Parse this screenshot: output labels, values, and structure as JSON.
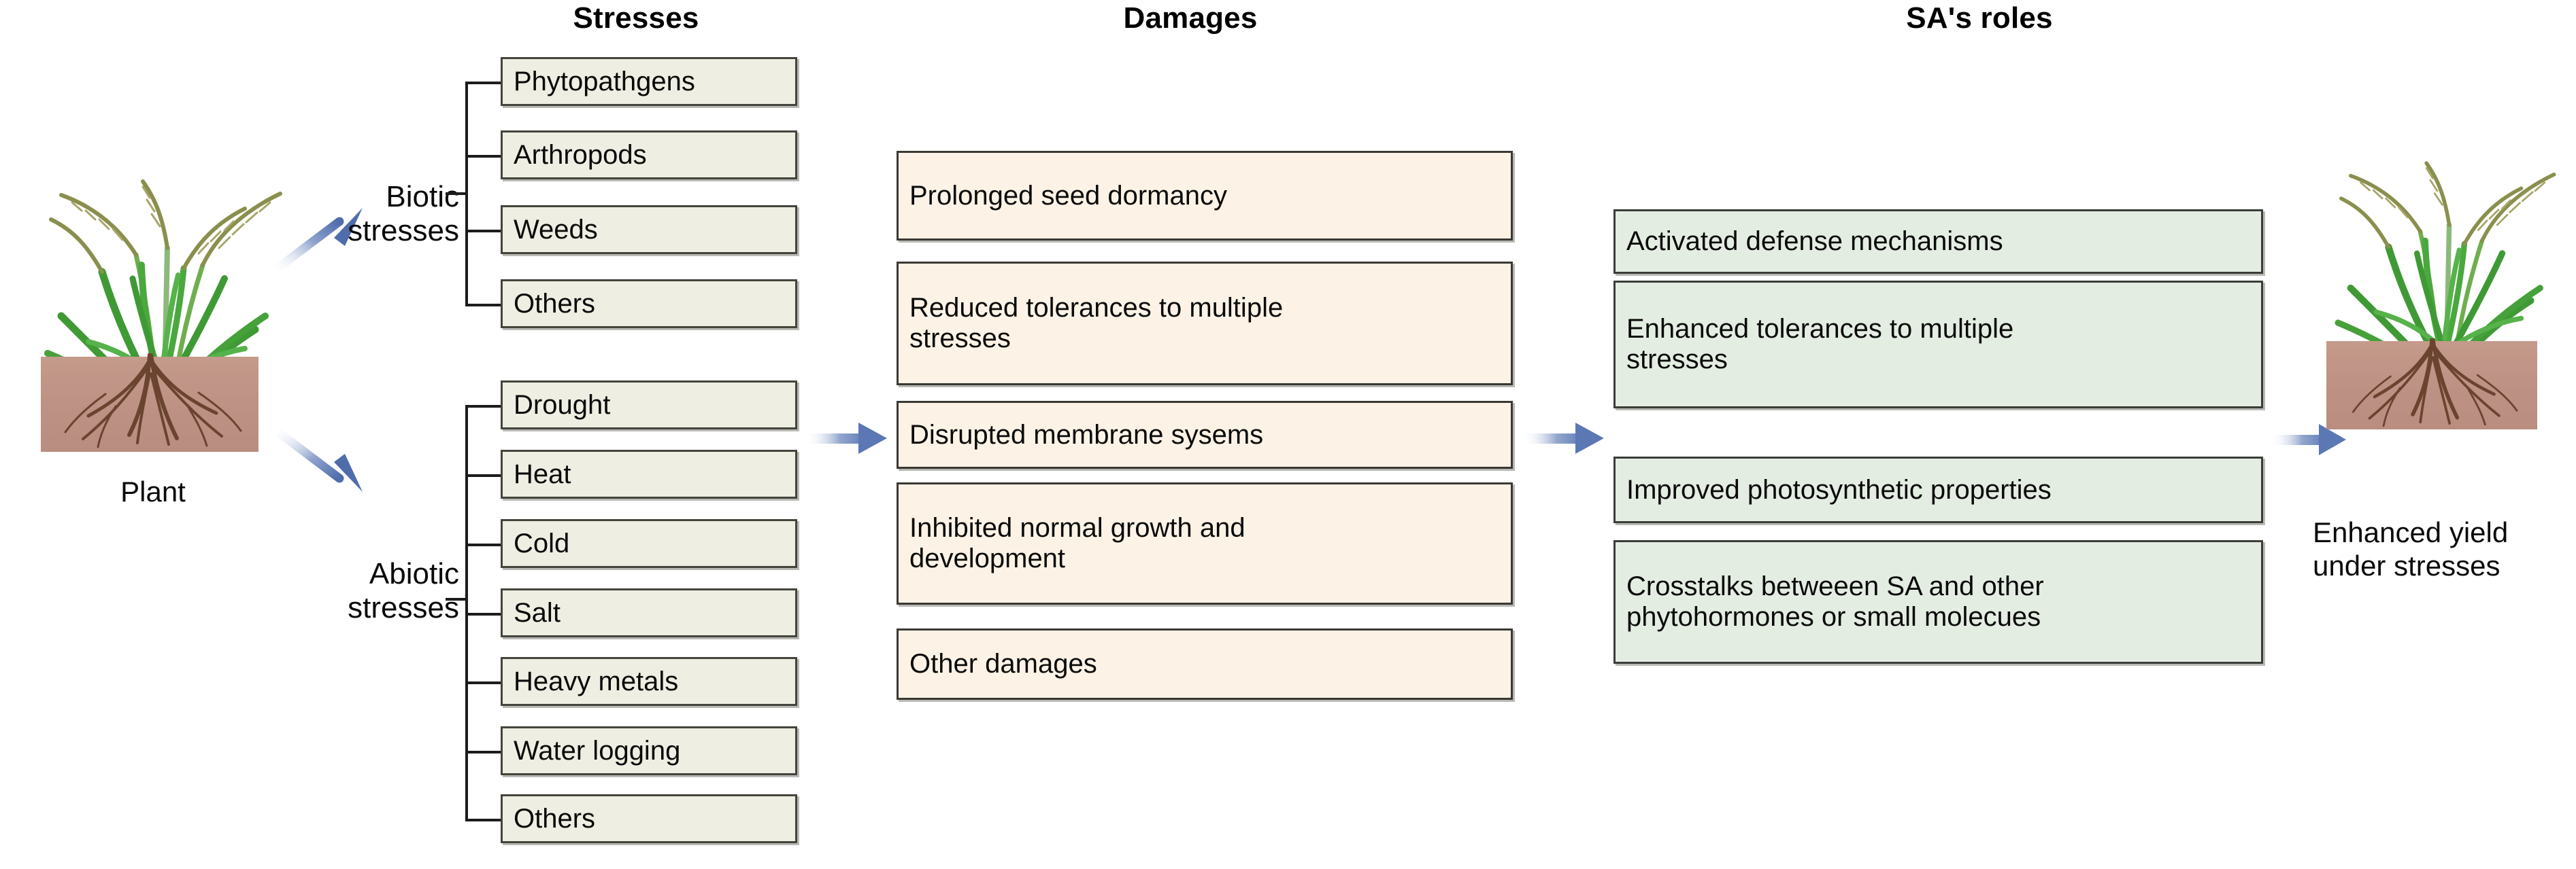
{
  "columns": {
    "stresses_heading": "Stresses",
    "damages_heading": "Damages",
    "sa_roles_heading": "SA's roles"
  },
  "plant_left": {
    "caption": "Plant",
    "icon": "rice-plant-icon"
  },
  "plant_right": {
    "caption_line1": "Enhanced yield",
    "caption_line2": "under stresses",
    "icon": "rice-plant-icon"
  },
  "groups": [
    {
      "id": "biotic",
      "label_line1": "Biotic",
      "label_line2": "stresses"
    },
    {
      "id": "abiotic",
      "label_line1": "Abiotic",
      "label_line2": "stresses"
    }
  ],
  "stresses": {
    "biotic": [
      {
        "label": "Phytopathgens"
      },
      {
        "label": "Arthropods"
      },
      {
        "label": "Weeds"
      },
      {
        "label": "Others"
      }
    ],
    "abiotic": [
      {
        "label": "Drought"
      },
      {
        "label": "Heat"
      },
      {
        "label": "Cold"
      },
      {
        "label": "Salt"
      },
      {
        "label": "Heavy metals"
      },
      {
        "label": "Water logging"
      },
      {
        "label": "Others"
      }
    ]
  },
  "damages": [
    {
      "line1": "Prolonged seed dormancy",
      "line2": ""
    },
    {
      "line1": "Reduced tolerances to multiple",
      "line2": "stresses"
    },
    {
      "line1": "Disrupted membrane sysems",
      "line2": ""
    },
    {
      "line1": "Inhibited normal growth and",
      "line2": "development"
    },
    {
      "line1": "Other damages",
      "line2": ""
    }
  ],
  "sa_roles": [
    {
      "line1": "Activated defense mechanisms",
      "line2": ""
    },
    {
      "line1": "Enhanced tolerances to multiple",
      "line2": "stresses"
    },
    {
      "line1": "Improved photosynthetic properties",
      "line2": ""
    },
    {
      "line1": "Crosstalks betweeen SA and other",
      "line2": "phytohormones or small molecues"
    }
  ],
  "arrows": [
    {
      "id": "plant-to-biotic",
      "icon": "arrow-up-right-icon"
    },
    {
      "id": "plant-to-abiotic",
      "icon": "arrow-down-right-icon"
    },
    {
      "id": "stresses-to-damages",
      "icon": "arrow-right-icon"
    },
    {
      "id": "damages-to-sa",
      "icon": "arrow-right-icon"
    },
    {
      "id": "sa-to-yield",
      "icon": "arrow-right-icon"
    }
  ],
  "colors": {
    "stress_box_fill": "#EFEEE2",
    "damage_box_fill": "#FCF3E6",
    "sa_box_fill": "#E4EDE2",
    "box_border": "#3b3b36",
    "arrow_blue": "#5b78b5",
    "soil_brown": "#bd9183",
    "leaf_green": "#3f9a35",
    "page_background": "#ffffff"
  }
}
